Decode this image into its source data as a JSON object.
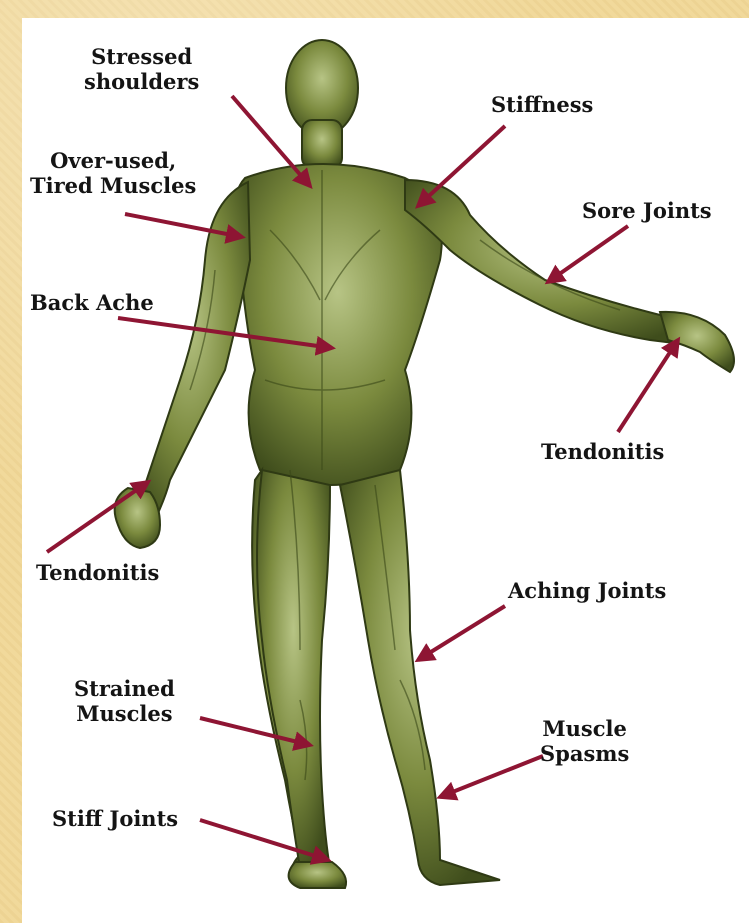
{
  "labels": {
    "stressed_shoulders": "Stressed\nshoulders",
    "stiffness": "Stiffness",
    "overused_muscles": "Over-used,\nTired Muscles",
    "sore_joints": "Sore Joints",
    "back_ache": "Back Ache",
    "tendonitis_right": "Tendonitis",
    "tendonitis_left": "Tendonitis",
    "aching_joints": "Aching Joints",
    "strained_muscles": "Strained\nMuscles",
    "muscle_spasms": "Muscle\nSpasms",
    "stiff_joints": "Stiff Joints"
  },
  "colors": {
    "arrow": "#8e1533",
    "body_light": "#b7c485",
    "body_mid": "#7b8a3e",
    "body_dark": "#3f4d1c",
    "frame": "#f1d99b"
  }
}
